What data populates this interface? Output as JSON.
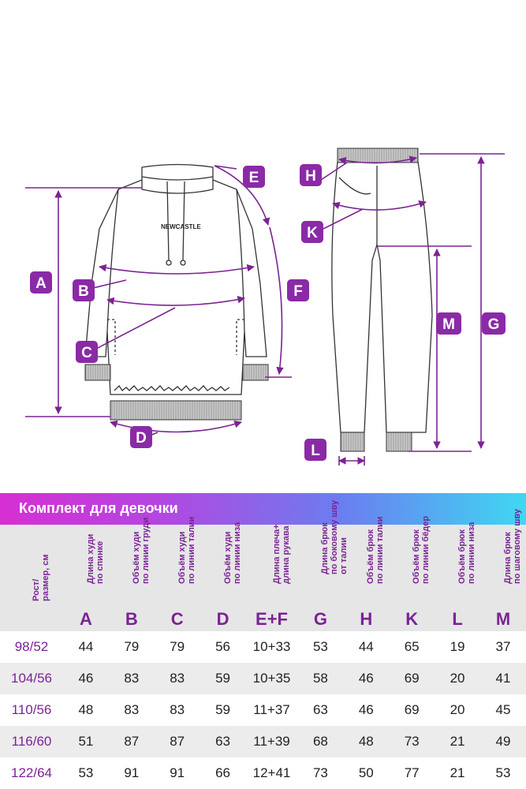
{
  "diagram": {
    "hoodie_logo": "NEWCASTLE",
    "labels": [
      "A",
      "B",
      "C",
      "D",
      "E",
      "F",
      "H",
      "K",
      "M",
      "G",
      "L"
    ]
  },
  "banner": {
    "title": "Комплект для девочки"
  },
  "table": {
    "first_header": "Рост/\nразмер, см",
    "columns": [
      {
        "desc": "Длина худи\nпо спинке",
        "letter": "A"
      },
      {
        "desc": "Объём худи\nпо линии груди",
        "letter": "B"
      },
      {
        "desc": "Объём худи\nпо линии талии",
        "letter": "C"
      },
      {
        "desc": "Объём худи\nпо линии низа",
        "letter": "D"
      },
      {
        "desc": "Длина плеча+\nдлина рукава",
        "letter": "E+F"
      },
      {
        "desc": "Длина брюк\nпо боковому шву\nот талии",
        "letter": "G"
      },
      {
        "desc": "Объём брюк\nпо линии талии",
        "letter": "H"
      },
      {
        "desc": "Объём брюк\nпо линии бёдер",
        "letter": "K"
      },
      {
        "desc": "Объём брюк\nпо линии низа",
        "letter": "L"
      },
      {
        "desc": "Длина брюк\nпо шаговому шву",
        "letter": "M"
      }
    ],
    "rows": [
      {
        "size": "98/52",
        "values": [
          "44",
          "79",
          "79",
          "56",
          "10+33",
          "53",
          "44",
          "65",
          "19",
          "37"
        ]
      },
      {
        "size": "104/56",
        "values": [
          "46",
          "83",
          "83",
          "59",
          "10+35",
          "58",
          "46",
          "69",
          "20",
          "41"
        ]
      },
      {
        "size": "110/56",
        "values": [
          "48",
          "83",
          "83",
          "59",
          "11+37",
          "63",
          "46",
          "69",
          "20",
          "45"
        ]
      },
      {
        "size": "116/60",
        "values": [
          "51",
          "87",
          "87",
          "63",
          "11+39",
          "68",
          "48",
          "73",
          "21",
          "49"
        ]
      },
      {
        "size": "122/64",
        "values": [
          "53",
          "91",
          "91",
          "66",
          "12+41",
          "73",
          "50",
          "77",
          "21",
          "53"
        ]
      }
    ]
  },
  "colors": {
    "accent": "#7b2394",
    "badge": "#8a2aa6",
    "outline": "#333333",
    "rib": "#b8b8b8"
  }
}
